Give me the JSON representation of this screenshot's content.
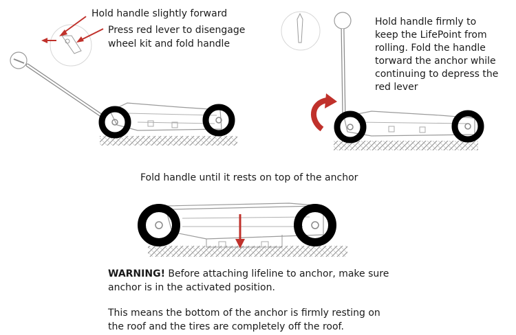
{
  "step1": {
    "label_hold": "Hold handle slightly forward",
    "label_press_line1": "Press red lever to disengage",
    "label_press_line2": "wheel kit and fold handle"
  },
  "step2": {
    "label_line1": "Hold handle firmly to",
    "label_line2": "keep the LifePoint from",
    "label_line3": "rolling. Fold the handle",
    "label_line4": "torward the anchor while",
    "label_line5": "continuing to depress the",
    "label_line6": "red lever"
  },
  "step3": {
    "label": "Fold handle until it rests on top of the anchor"
  },
  "warning": {
    "heading": "WARNING!",
    "text_line1_rest": " Before attaching lifeline to anchor, make sure",
    "text_line2": "anchor is in the activated position.",
    "note_line1": "This means the bottom of the anchor is firmly resting on",
    "note_line2": "the roof and the tires are completely off the roof."
  },
  "colors": {
    "accent_red": "#c0312b",
    "line_gray": "#9a9a9a",
    "tire_black": "#000000"
  }
}
